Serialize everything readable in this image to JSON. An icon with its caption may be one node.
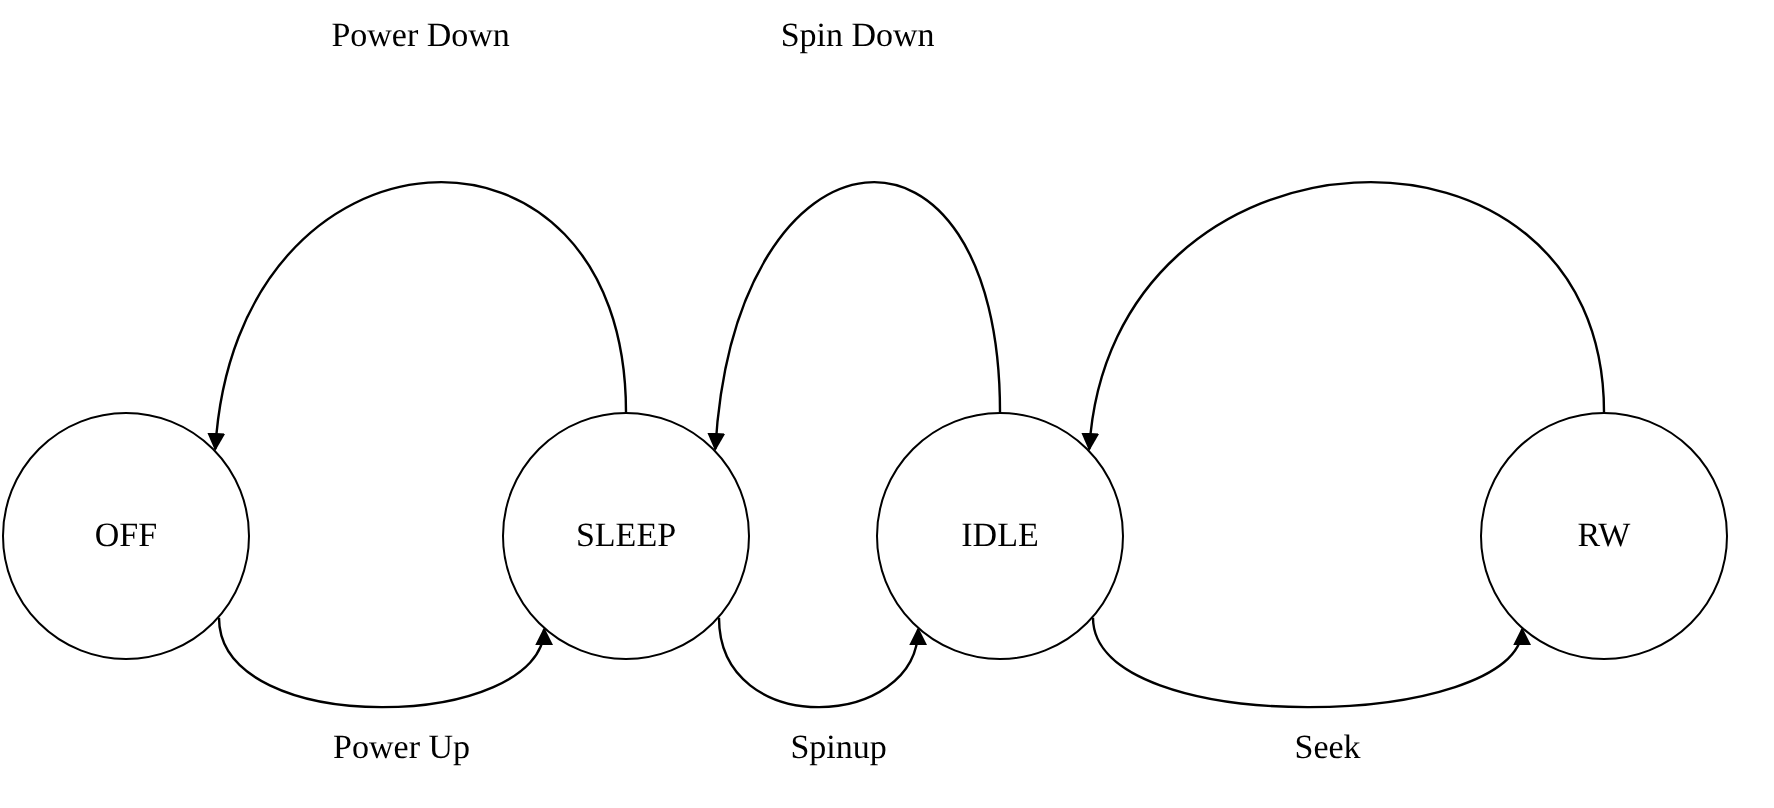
{
  "diagram": {
    "nodes": [
      {
        "text": [
          "OFF"
        ]
      },
      {
        "text": [
          "SLEEP"
        ]
      },
      {
        "text": [
          "IDLE"
        ]
      },
      {
        "text": [
          "RW"
        ]
      }
    ],
    "edges": [
      {
        "from": 1,
        "to": 0,
        "arrow": "to",
        "label": "Power Down"
      },
      {
        "from": 2,
        "to": 1,
        "arrow": "to",
        "label": "Spin Down"
      },
      {
        "from": 3,
        "to": 2,
        "arrow": "to"
      },
      {
        "from": 0,
        "to": 1,
        "arrow": "to",
        "label": "Power Up"
      },
      {
        "from": 1,
        "to": 2,
        "arrow": "to",
        "label": "Spinup"
      },
      {
        "from": 2,
        "to": 3,
        "arrow": "to",
        "label": "Seek"
      }
    ]
  }
}
